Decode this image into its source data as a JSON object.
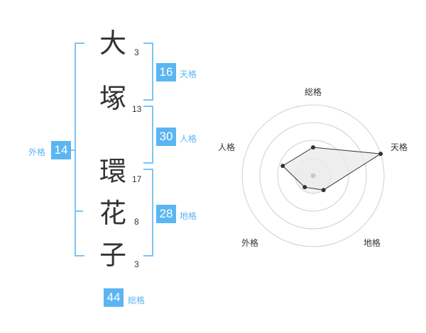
{
  "name": {
    "chars": [
      {
        "char": "大",
        "strokes": "3"
      },
      {
        "char": "塚",
        "strokes": "13"
      },
      {
        "char": "環",
        "strokes": "17"
      },
      {
        "char": "花",
        "strokes": "8"
      },
      {
        "char": "子",
        "strokes": "3"
      }
    ]
  },
  "fortune": {
    "tenkaku": {
      "value": "16",
      "label": "天格"
    },
    "jinkaku": {
      "value": "30",
      "label": "人格"
    },
    "chikaku": {
      "value": "28",
      "label": "地格"
    },
    "gaikaku": {
      "value": "14",
      "label": "外格"
    },
    "soukaku": {
      "value": "44",
      "label": "総格"
    }
  },
  "radar": {
    "axes": [
      "総格",
      "天格",
      "地格",
      "外格",
      "人格"
    ],
    "values": [
      0.4,
      1.0,
      0.25,
      0.2,
      0.45
    ],
    "colors": {
      "ring": "#cfcfcf",
      "fill": "#ebebeb",
      "line": "#333333",
      "center": "#c8c8c8"
    }
  }
}
